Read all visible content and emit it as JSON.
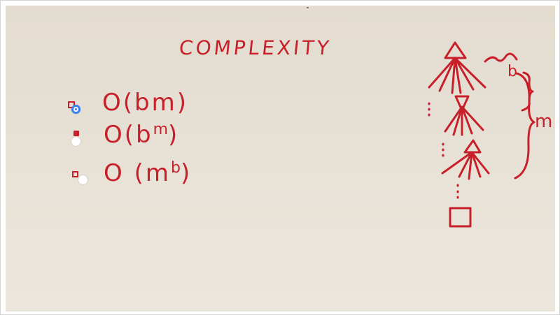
{
  "board": {
    "title": "COMPLEXITY",
    "options": [
      {
        "expression": "O(bm)",
        "base": "O(bm)",
        "exponent": "",
        "selected": true
      },
      {
        "expression": "O(b^m)",
        "base": "O(b",
        "exponent": "m",
        "close": ")",
        "selected": false
      },
      {
        "expression": "O(m^b)",
        "base": "O (m",
        "exponent": "b",
        "close": ")",
        "selected": false
      }
    ],
    "diagram": {
      "branching_label": "b",
      "depth_label": "m"
    }
  },
  "colors": {
    "ink": "#c8202a",
    "board": "#e6dfd3",
    "selection": "#3b82f6"
  }
}
